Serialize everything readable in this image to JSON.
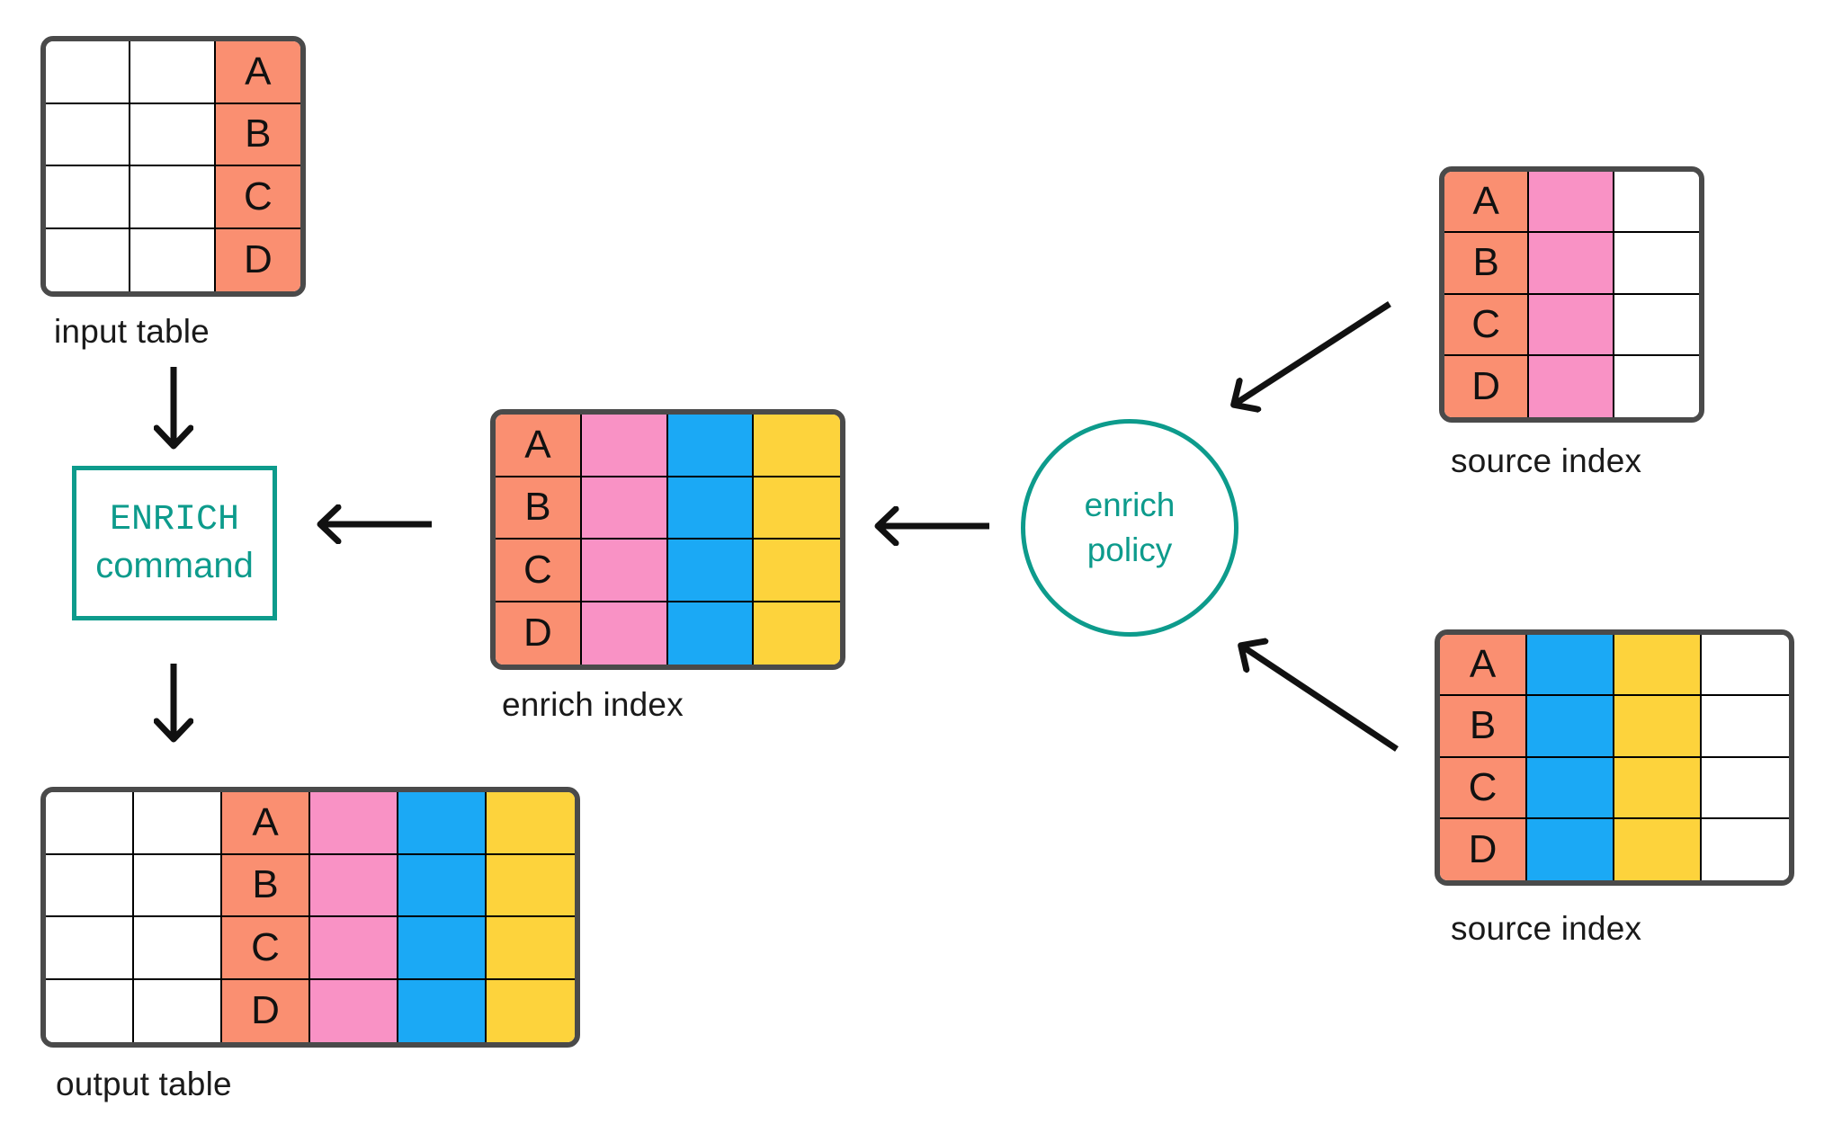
{
  "colors": {
    "key": "#FA8F71",
    "match": "#F992C5",
    "field_blue": "#1BA9F5",
    "field_yellow": "#FDD33C",
    "blank": "#FFFFFF",
    "accent_teal": "#0D9B8C",
    "arrow": "#111111",
    "table_border": "#4A4A4A"
  },
  "tables": {
    "input_table": {
      "label": "input table",
      "row_labels": [
        "A",
        "B",
        "C",
        "D"
      ],
      "columns": [
        "blank",
        "blank",
        "key"
      ],
      "letters_col": 2
    },
    "enrich_index": {
      "label": "enrich index",
      "row_labels": [
        "A",
        "B",
        "C",
        "D"
      ],
      "columns": [
        "key",
        "match",
        "field_blue",
        "field_yellow"
      ],
      "letters_col": 0
    },
    "source_index_top": {
      "label": "source index",
      "row_labels": [
        "A",
        "B",
        "C",
        "D"
      ],
      "columns": [
        "key",
        "match",
        "blank"
      ],
      "letters_col": 0
    },
    "source_index_bottom": {
      "label": "source index",
      "row_labels": [
        "A",
        "B",
        "C",
        "D"
      ],
      "columns": [
        "key",
        "field_blue",
        "field_yellow",
        "blank"
      ],
      "letters_col": 0
    },
    "output_table": {
      "label": "output table",
      "row_labels": [
        "A",
        "B",
        "C",
        "D"
      ],
      "columns": [
        "blank",
        "blank",
        "key",
        "match",
        "field_blue",
        "field_yellow"
      ],
      "letters_col": 2
    }
  },
  "nodes": {
    "enrich_command": {
      "line1": "ENRICH",
      "line2": "command"
    },
    "enrich_policy": {
      "line1": "enrich",
      "line2": "policy"
    }
  }
}
